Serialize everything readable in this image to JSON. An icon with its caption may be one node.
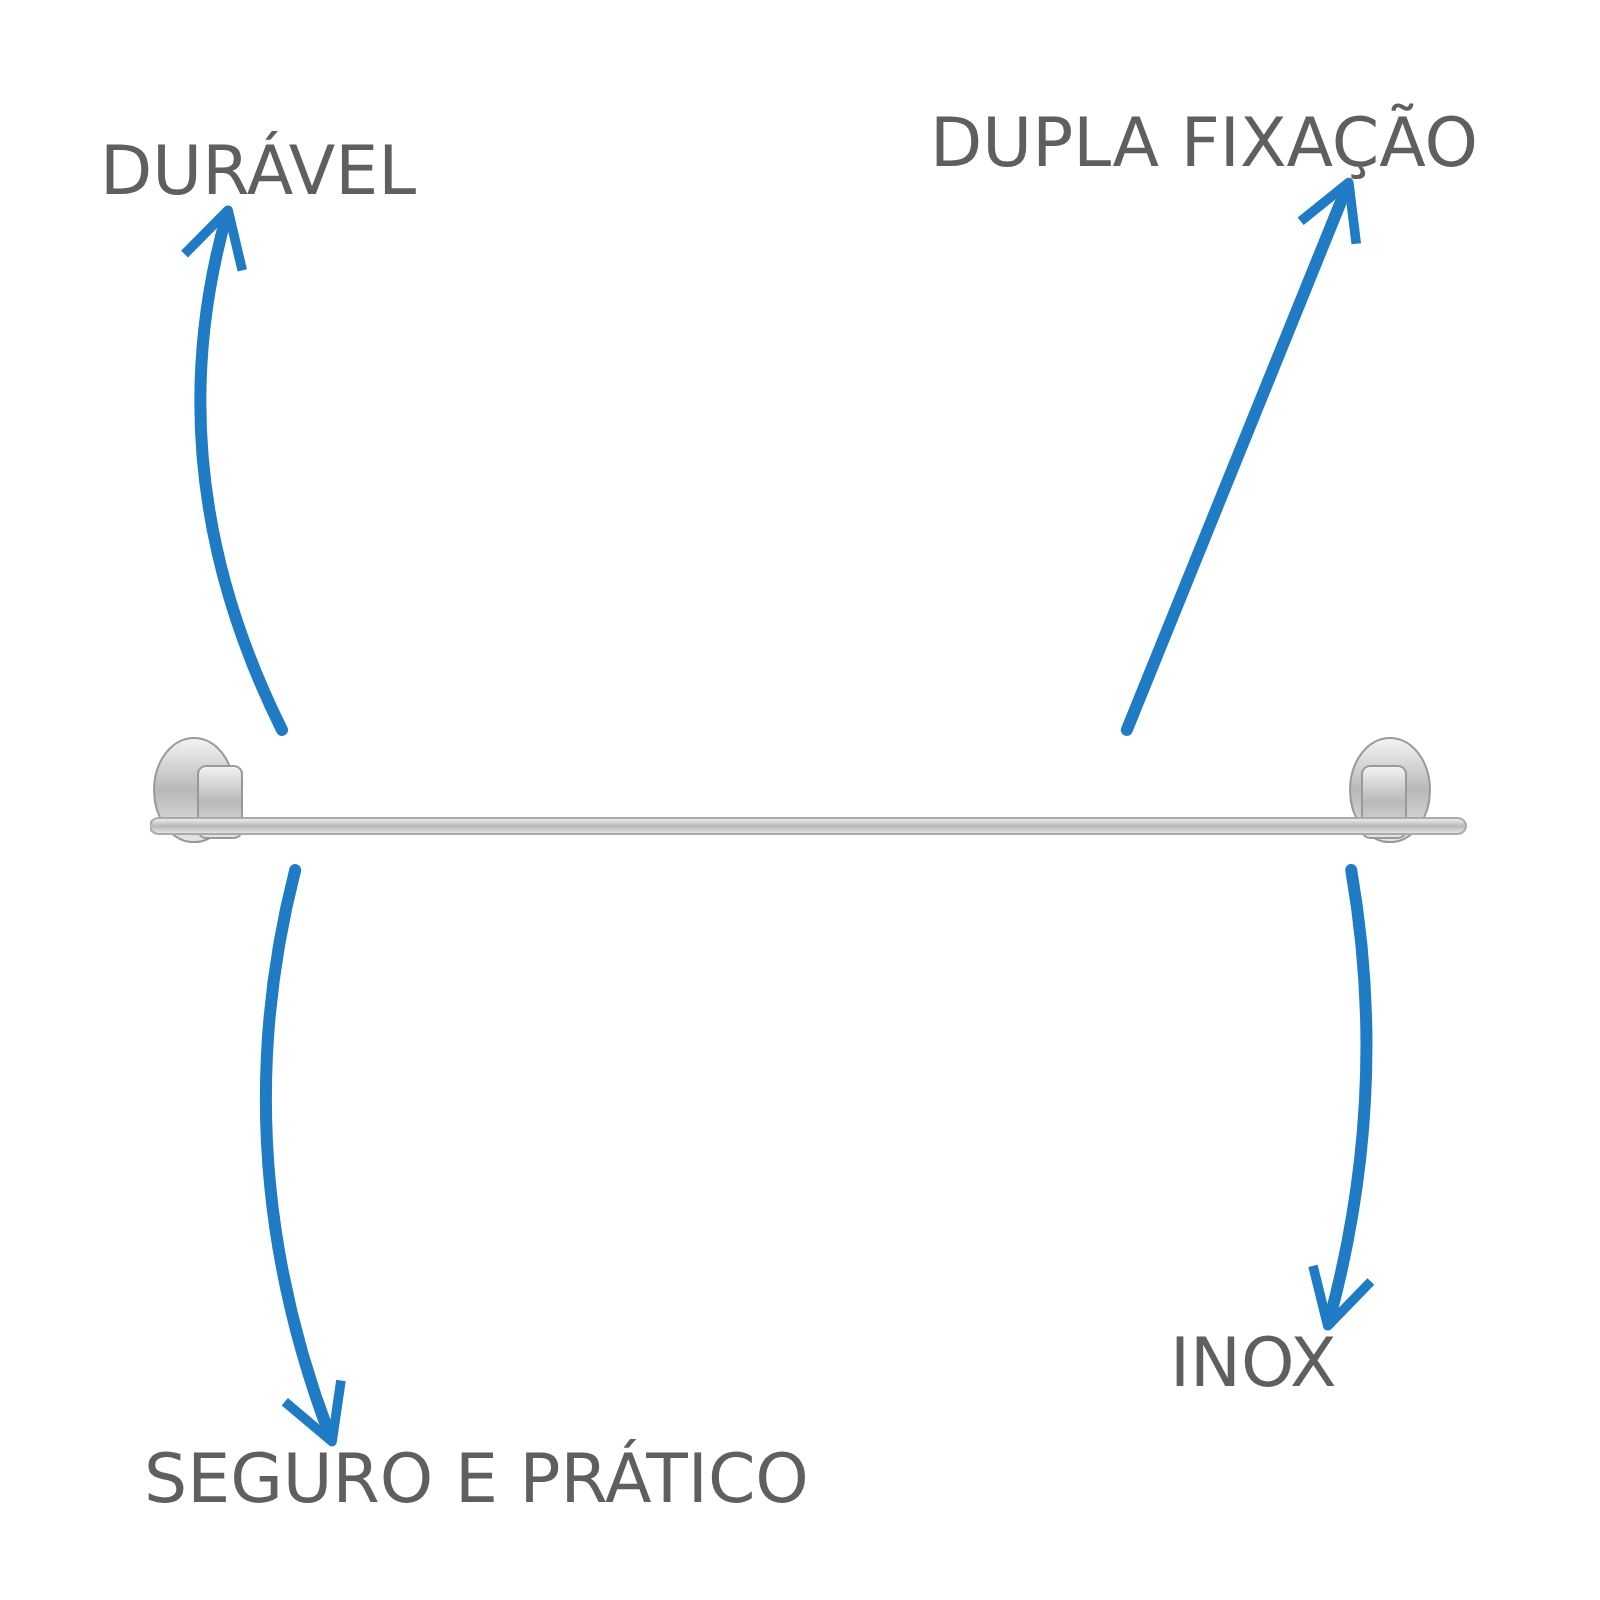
{
  "diagram": {
    "nodes": [
      {
        "text": [],
        "shape": "picture"
      },
      {
        "text": [
          "DURÁVEL"
        ]
      },
      {
        "text": [
          "DUPLA FIXAÇÃO"
        ]
      },
      {
        "text": [
          "SEGURO E PRÁTICO"
        ]
      },
      {
        "text": [
          "INOX"
        ]
      }
    ],
    "edges": [
      {
        "from": 0,
        "to": 1,
        "arrow": "to"
      },
      {
        "from": 0,
        "to": 2,
        "arrow": "to"
      },
      {
        "from": 0,
        "to": 3,
        "arrow": "to"
      },
      {
        "from": 0,
        "to": 4,
        "arrow": "to"
      }
    ]
  }
}
